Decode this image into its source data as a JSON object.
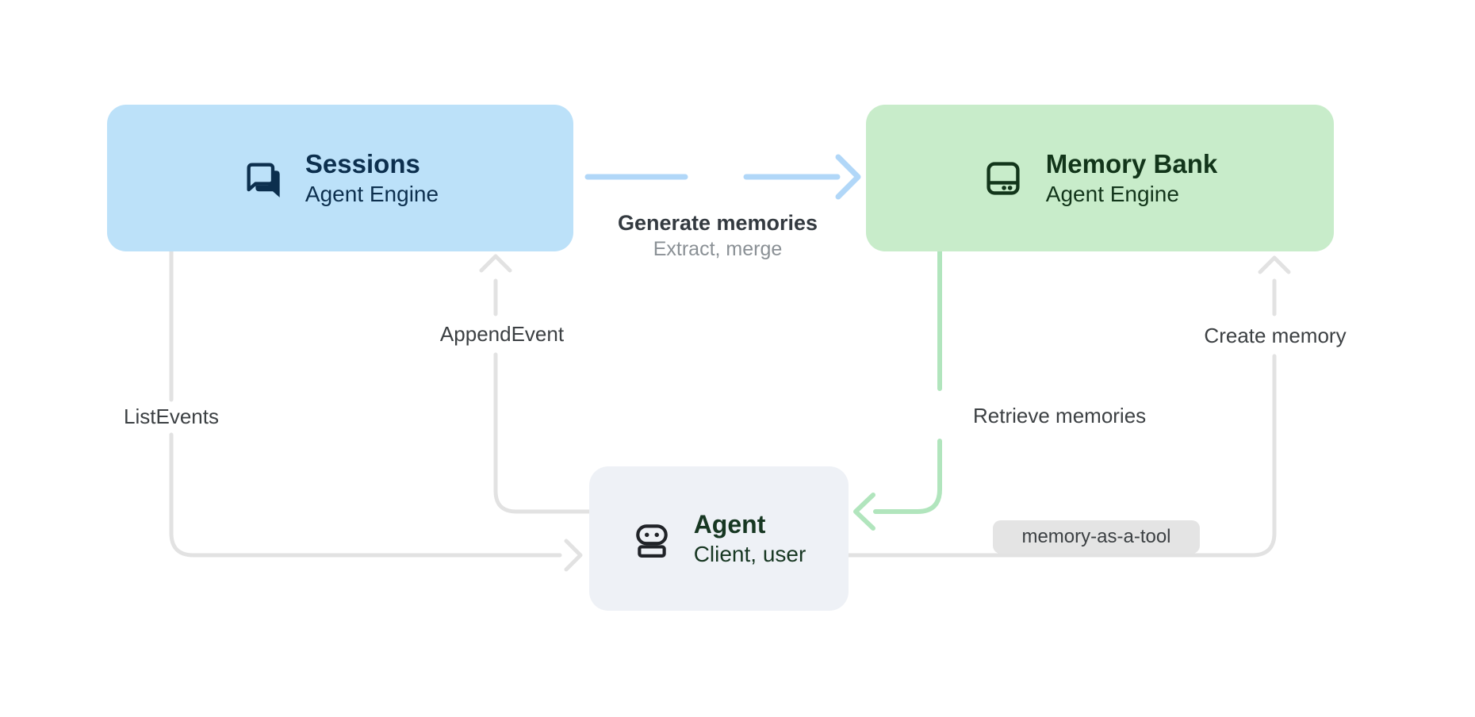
{
  "diagram": {
    "nodes": {
      "sessions": {
        "title": "Sessions",
        "subtitle": "Agent Engine"
      },
      "memory_bank": {
        "title": "Memory Bank",
        "subtitle": "Agent Engine"
      },
      "agent": {
        "title": "Agent",
        "subtitle": "Client, user"
      }
    },
    "edges": {
      "generate_memories": {
        "label": "Generate memories",
        "sublabel": "Extract, merge"
      },
      "append_event": {
        "label": "AppendEvent"
      },
      "list_events": {
        "label": "ListEvents"
      },
      "create_memory": {
        "label": "Create memory"
      },
      "retrieve_memories": {
        "label": "Retrieve memories"
      },
      "memory_as_a_tool": {
        "label": "memory-as-a-tool"
      }
    },
    "colors": {
      "background": "#ffffff",
      "sessions_fill": "#bce1f9",
      "sessions_text": "#0c2f4e",
      "memory_bank_fill": "#c8ecca",
      "memory_bank_text": "#12351a",
      "agent_fill": "#eef1f6",
      "agent_text": "#173722",
      "agent_icon": "#202328",
      "gray_line": "#e2e2e2",
      "blue_line": "#b1d7f8",
      "green_line": "#b1e5bd",
      "label_text": "#3c4043",
      "label_muted": "#8a9095",
      "badge_fill": "#e4e4e4"
    }
  }
}
